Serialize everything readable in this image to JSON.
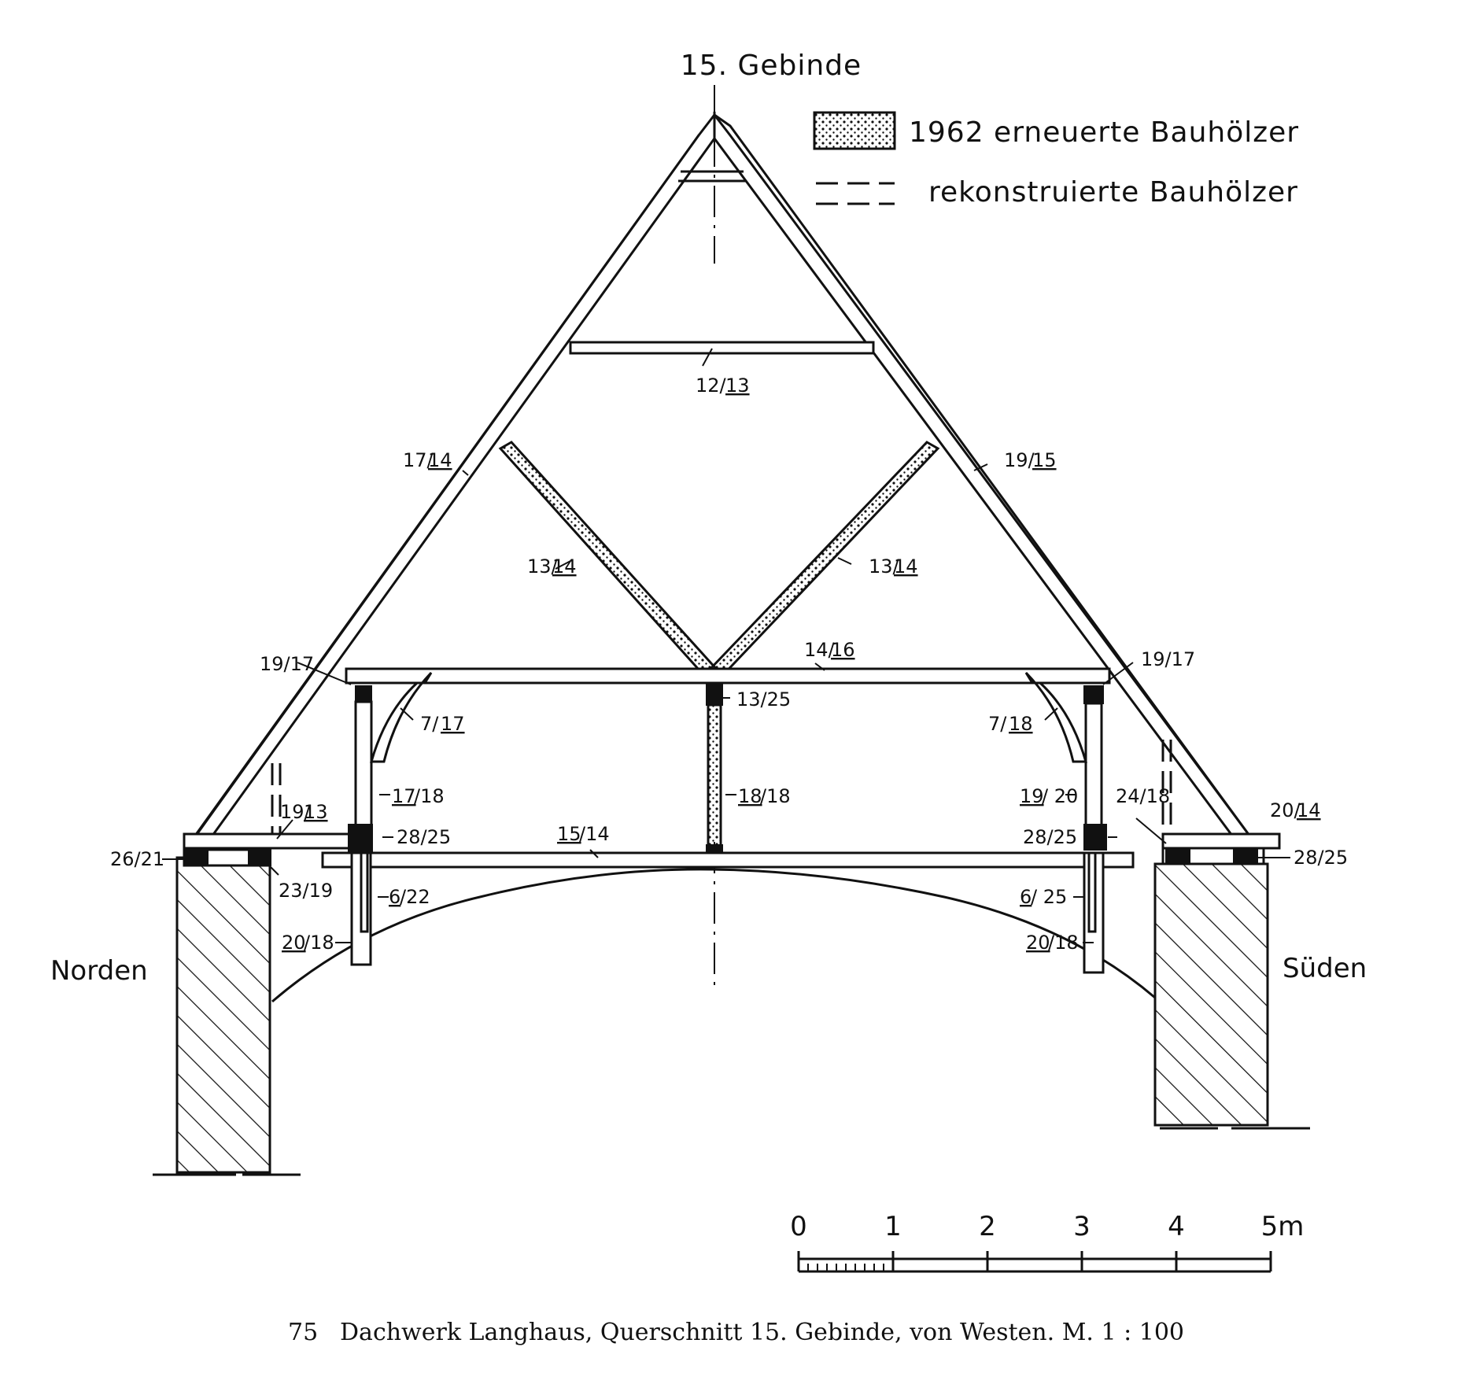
{
  "title": "15. Gebinde",
  "legend": {
    "renewed": "1962 erneuerte  Bauhölzer",
    "reconstructed": "rekonstruierte Bauhölzer"
  },
  "sides": {
    "north": "Norden",
    "south": "Süden"
  },
  "labels": {
    "collar_upper": {
      "a": "12/",
      "b": "13"
    },
    "rafter_left": {
      "a": "17/",
      "b": "14"
    },
    "rafter_right": {
      "a": "19/",
      "b": "15"
    },
    "brace_left": {
      "a": "13/",
      "b": "14"
    },
    "brace_right": {
      "a": "13/",
      "b": "14"
    },
    "collar_lower": {
      "a": "14/",
      "b": "16"
    },
    "purlin_left": "19/17",
    "purlin_right": "19/17",
    "king_head": "13/25",
    "strut_left": {
      "a": "7/",
      "b": "17"
    },
    "strut_right": {
      "a": "7/",
      "b": "18"
    },
    "post_left": {
      "a": "17",
      "b": "/18"
    },
    "post_mid": {
      "a": "18",
      "b": "/18"
    },
    "post_right": {
      "a": "19",
      "b": "/ 20"
    },
    "post_right_b": "24/18",
    "wallplate_left": {
      "a": "19/",
      "b": "13"
    },
    "wallplate_right": {
      "a": "20/",
      "b": "14"
    },
    "sill_left": "28/25",
    "sill_right": "28/25",
    "sill_far_right": "28/25",
    "tie_beam": {
      "a": "15",
      "b": "/14"
    },
    "plate_far_left": "26/21",
    "plate_left_b": "23/19",
    "brace_foot_left": {
      "a": "6",
      "b": "/22"
    },
    "brace_foot_right": {
      "a": "6",
      "b": "/ 25"
    },
    "post_foot_left": {
      "a": "20",
      "b": "/18"
    },
    "post_foot_right": {
      "a": "20",
      "b": "/18"
    }
  },
  "scale_bar": {
    "ticks": [
      "0",
      "1",
      "2",
      "3",
      "4",
      "5m"
    ]
  },
  "caption": {
    "number": "75",
    "text": "Dachwerk Langhaus, Querschnitt 15. Gebinde, von Westen. M. 1 : 100"
  }
}
